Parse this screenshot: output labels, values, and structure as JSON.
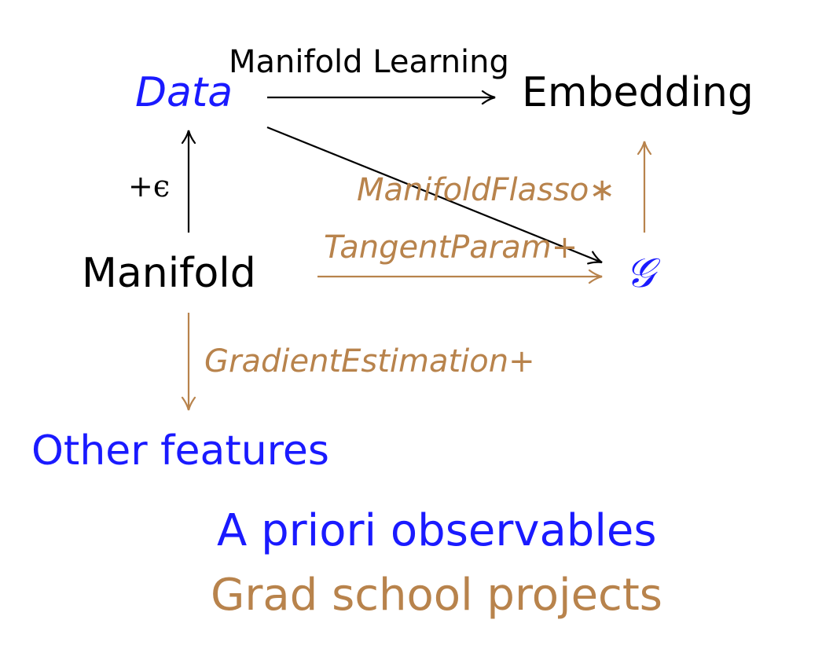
{
  "nodes": {
    "data": "Data",
    "embedding": "Embedding",
    "manifold": "Manifold",
    "g": "𝒢",
    "other_features": "Other features"
  },
  "edges": {
    "manifold_learning": "Manifold Learning",
    "plus_epsilon": "+ϵ",
    "manifold_flasso": "ManifoldFlasso∗",
    "tangent_param": "TangentParam+",
    "gradient_estimation": "GradientEstimation+"
  },
  "legend": {
    "a_priori": "A priori observables",
    "grad_school": "Grad school projects"
  },
  "colors": {
    "blue": "#1a1aff",
    "orange": "#b8834c",
    "black": "#000000"
  }
}
